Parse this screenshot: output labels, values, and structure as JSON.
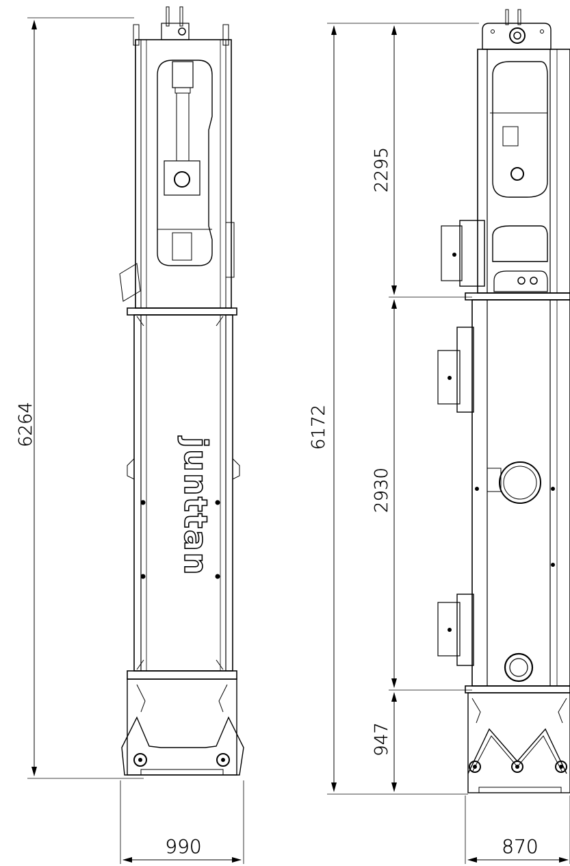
{
  "views": {
    "front": {
      "height_dim": "6264",
      "width_dim": "990",
      "logo": "junttan"
    },
    "side": {
      "height_dim": "6172",
      "upper_section_dim": "2295",
      "middle_section_dim": "2930",
      "lower_section_dim": "947",
      "width_dim": "870"
    }
  }
}
